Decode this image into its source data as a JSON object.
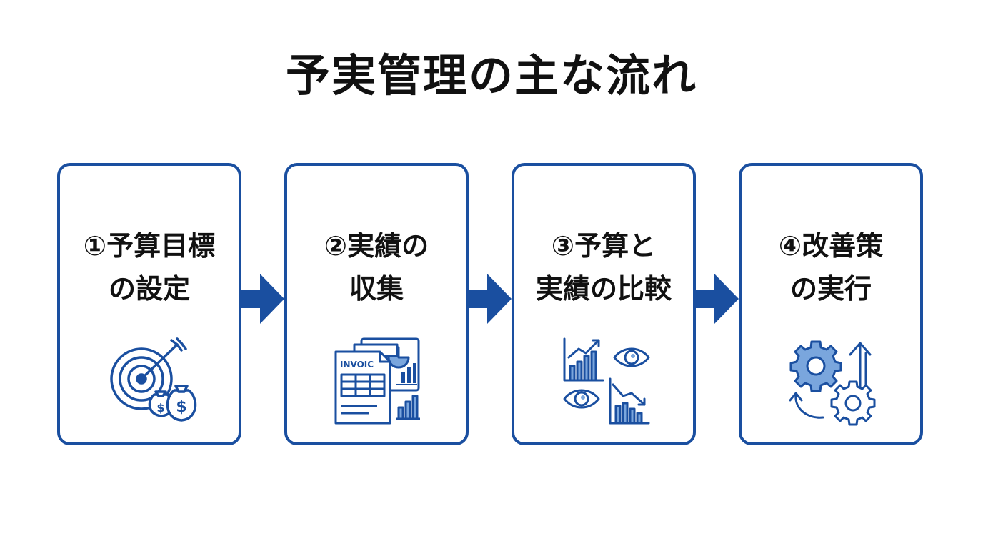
{
  "title": "予実管理の主な流れ",
  "steps": [
    {
      "line1": "①予算目標",
      "line2": "の設定",
      "icon": "target-money-icon"
    },
    {
      "line1": "②実績の",
      "line2": "収集",
      "icon": "invoice-report-icon",
      "icon_text": "INVOIC"
    },
    {
      "line1": "③予算と",
      "line2": "実績の比較",
      "icon": "chart-compare-eye-icon"
    },
    {
      "line1": "④改善策",
      "line2": "の実行",
      "icon": "gears-improve-icon"
    }
  ],
  "colors": {
    "accent": "#1a4fa0",
    "icon_light": "#7aa6dd",
    "text": "#111111"
  }
}
